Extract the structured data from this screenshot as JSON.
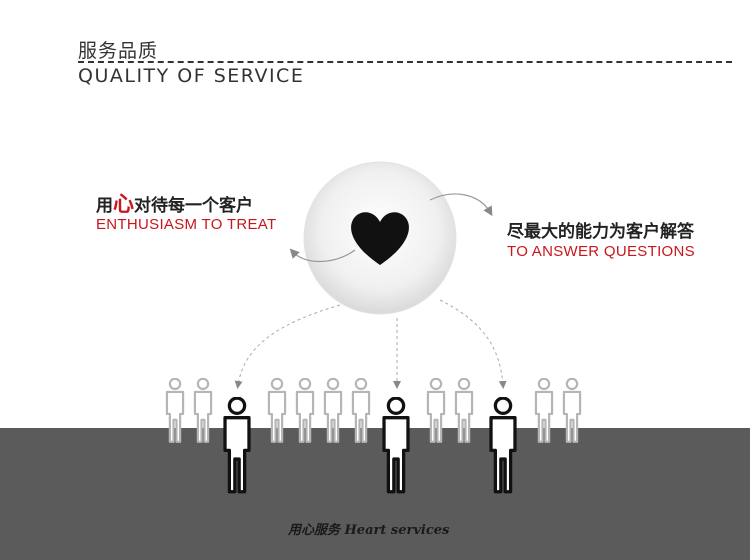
{
  "header": {
    "title_zh": "服务品质",
    "title_en": "QUALITY OF SERVICE"
  },
  "left_caption": {
    "zh_prefix": "用",
    "zh_accent": "心",
    "zh_suffix": "对待每一个客户",
    "en": "ENTHUSIASM TO TREAT"
  },
  "right_caption": {
    "zh": "尽最大的能力为客户解答",
    "en": "TO ANSWER QUESTIONS"
  },
  "footer": {
    "text": "用心服务 Heart services"
  },
  "colors": {
    "accent": "#c8161d",
    "ground": "#5b5b5b",
    "figure_bold": "#111111",
    "figure_faded": "#b5b5b5"
  },
  "icons": [
    "heart-icon",
    "person-icon",
    "arrow-icon"
  ]
}
